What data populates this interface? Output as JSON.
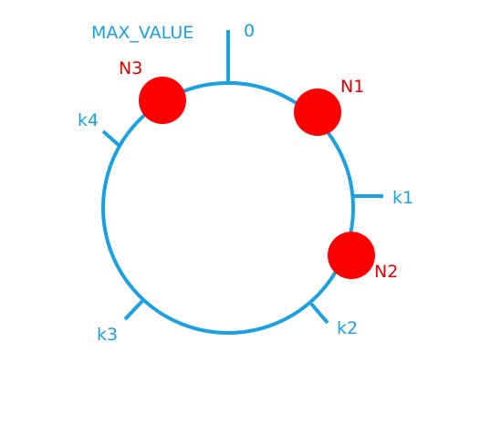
{
  "diagram": {
    "colors": {
      "ring": "#1BA1E2",
      "node": "#FF0000",
      "key_label": "#1BA1E2",
      "node_label": "#E00000",
      "background": "#FFFFFF"
    },
    "ring_labels": {
      "max_value": "MAX_VALUE",
      "zero": "0"
    },
    "nodes": [
      {
        "id": "n1",
        "label": "N1"
      },
      {
        "id": "n2",
        "label": "N2"
      },
      {
        "id": "n3",
        "label": "N3"
      }
    ],
    "keys": [
      {
        "id": "k1",
        "label": "k1"
      },
      {
        "id": "k2",
        "label": "k2"
      },
      {
        "id": "k3",
        "label": "k3"
      },
      {
        "id": "k4",
        "label": "k4"
      }
    ]
  }
}
